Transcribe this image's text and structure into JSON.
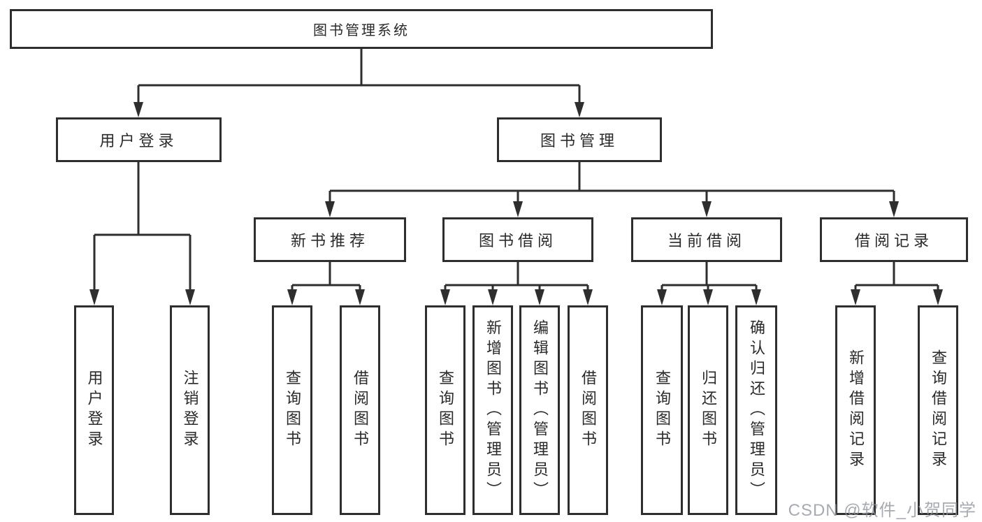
{
  "diagram": {
    "root": {
      "label": "图书管理系统"
    },
    "branches": [
      {
        "label": "用户登录",
        "children": [
          {
            "label": "用户登录"
          },
          {
            "label": "注销登录"
          }
        ]
      },
      {
        "label": "图书管理",
        "children": [
          {
            "label": "新书推荐",
            "children": [
              {
                "label": "查询图书"
              },
              {
                "label": "借阅图书"
              }
            ]
          },
          {
            "label": "图书借阅",
            "children": [
              {
                "label": "查询图书"
              },
              {
                "label": "新增图书（管理员）"
              },
              {
                "label": "编辑图书（管理员）"
              },
              {
                "label": "借阅图书"
              }
            ]
          },
          {
            "label": "当前借阅",
            "children": [
              {
                "label": "查询图书"
              },
              {
                "label": "归还图书"
              },
              {
                "label": "确认归还（管理员）"
              }
            ]
          },
          {
            "label": "借阅记录",
            "children": [
              {
                "label": "新增借阅记录"
              },
              {
                "label": "查询借阅记录"
              }
            ]
          }
        ]
      }
    ],
    "watermark": "CSDN @软件_小贺同学",
    "colors": {
      "line": "#2e2e2e",
      "text": "#2a2a2a",
      "background": "#ffffff",
      "watermark": "#8e939b"
    }
  }
}
